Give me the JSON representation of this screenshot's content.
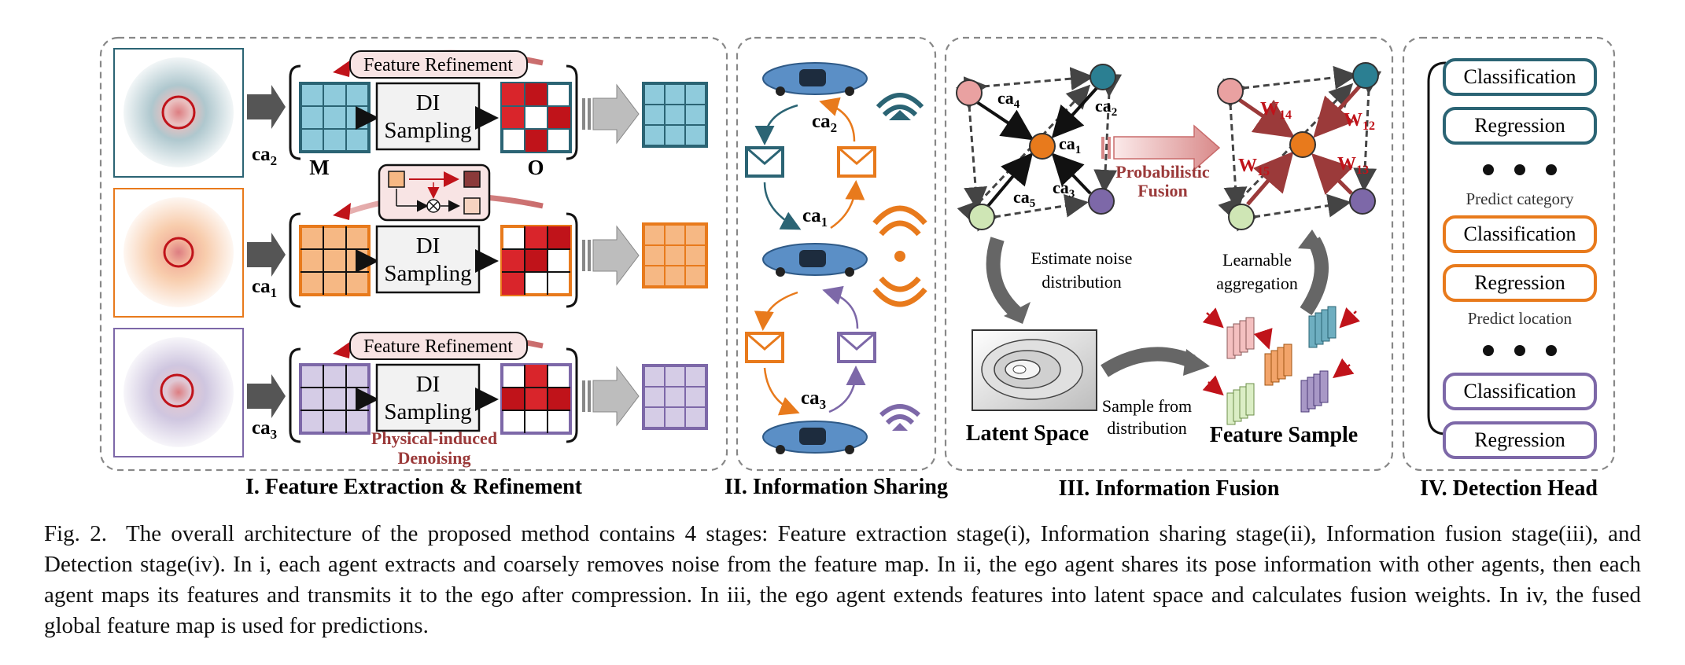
{
  "section1": {
    "title": "I. Feature Extraction & Refinement",
    "refine_label": "Feature Refinement",
    "di_label_1": "DI",
    "di_label_2": "Sampling",
    "m_label": "M",
    "o_label": "O",
    "agent_labels": [
      "ca",
      "ca",
      "ca"
    ],
    "agent_subs": [
      "2",
      "1",
      "3"
    ],
    "denoise_1": "Physical-induced",
    "denoise_2": "Denoising"
  },
  "section2": {
    "title": "II. Information Sharing",
    "car_labels": [
      "ca",
      "ca",
      "ca"
    ],
    "car_subs": [
      "2",
      "1",
      "3"
    ]
  },
  "section3": {
    "title": "III. Information Fusion",
    "edges": [
      "ca4",
      "ca2",
      "ca1",
      "ca5",
      "ca3"
    ],
    "fusion_1": "Probabilistic",
    "fusion_2": "Fusion",
    "weights": [
      "W",
      "W",
      "W",
      "W"
    ],
    "weight_subs": [
      "14",
      "12",
      "15",
      "13"
    ],
    "estimate_1": "Estimate noise",
    "estimate_2": "distribution",
    "learn_1": "Learnable",
    "learn_2": "aggregation",
    "latent": "Latent Space",
    "sample_1": "Sample from",
    "sample_2": "distribution",
    "feature_sample": "Feature Sample"
  },
  "section4": {
    "title": "IV. Detection Head",
    "classification": "Classification",
    "regression": "Regression",
    "predict_category": "Predict category",
    "predict_location": "Predict location"
  },
  "caption": {
    "figno": "Fig. 2.",
    "text": "The overall architecture of the proposed method contains 4 stages: Feature extraction stage(i), Information sharing stage(ii), Information fusion stage(iii), and Detection stage(iv). In i, each agent extracts and coarsely removes noise from the feature map. In ii, the ego agent shares its pose information with other agents, then each agent maps its features and transmits it to the ego after compression. In iii, the ego agent extends features into latent space and calculates fusion weights. In iv, the fused global feature map is used for predictions."
  },
  "colors": {
    "teal": "#2b6474",
    "teal_fill": "#8fcbdc",
    "orange": "#e87a1c",
    "orange_fill": "#f6b884",
    "purple": "#7d68a8",
    "purple_fill": "#d5cce6",
    "red": "#c0131a",
    "dark_red": "#9b3a3a"
  }
}
